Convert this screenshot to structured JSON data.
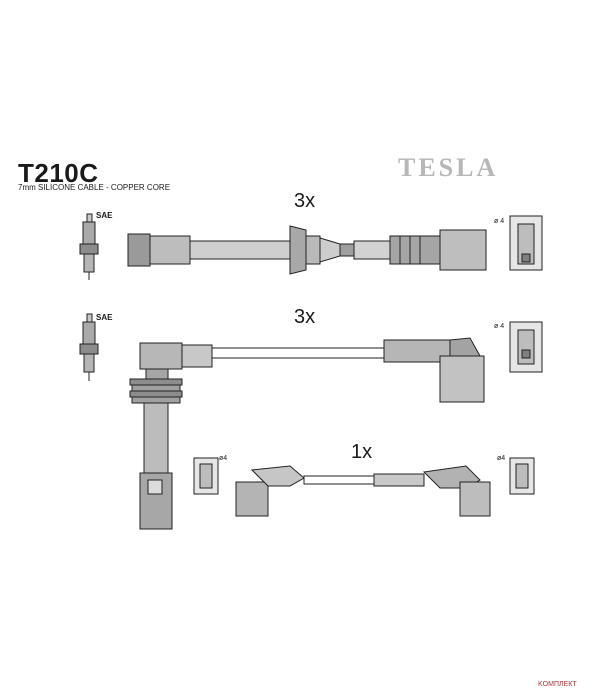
{
  "header": {
    "part_code": "T210C",
    "subtitle": "7mm SILICONE CABLE - COPPER CORE",
    "brand": "TESLA"
  },
  "labels": {
    "qty_row1": "3x",
    "qty_row2": "3x",
    "qty_row3": "1x",
    "sae_top": "SAE",
    "sae_mid": "SAE",
    "dia_1": "ø 4",
    "dia_2": "ø 4",
    "dia_3": "ø4",
    "dia_4": "ø4"
  },
  "watermark": "KOMПЛЕКТ"
}
